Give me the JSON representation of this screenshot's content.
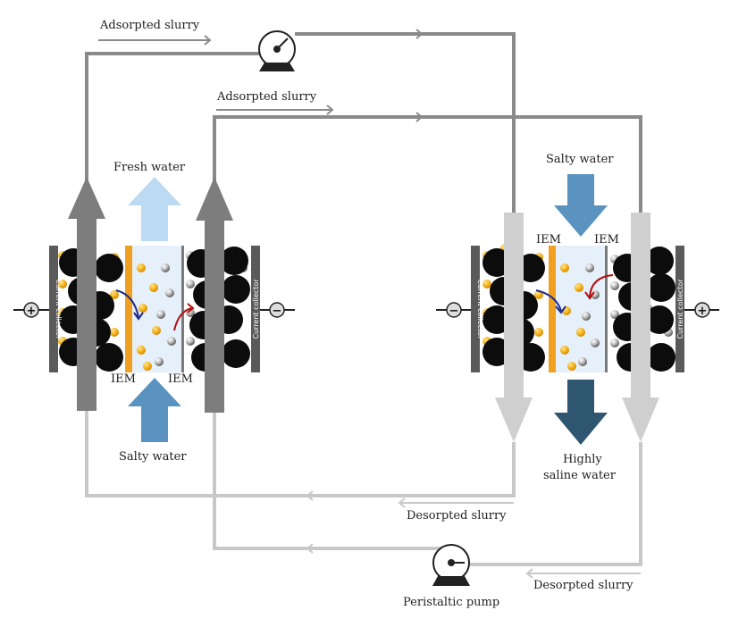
{
  "labels": {
    "adsorbed_top": "Adsorpted slurry",
    "adsorbed_mid": "Adsorpted slurry",
    "fresh_water": "Fresh water",
    "salty_water_left": "Salty water",
    "salty_water_right": "Salty water",
    "iem_left_1": "IEM",
    "iem_left_2": "IEM",
    "iem_right_1": "IEM",
    "iem_right_2": "IEM",
    "highly_saline_line1": "Highly",
    "highly_saline_line2": "saline water",
    "desorbed_mid": "Desorpted slurry",
    "desorbed_bottom": "Desorpted slurry",
    "pump_label": "Peristaltic pump",
    "current_collector": "Current collector",
    "plus": "+",
    "minus": "−"
  },
  "colors": {
    "pipe_dark": "#8a8a8a",
    "pipe_light": "#c8c8c8",
    "arrow_dark": "#7d7d7d",
    "arrow_light": "#cfcfcf",
    "fresh_arrow": "#bcdaf1",
    "salty_arrow": "#5b93c0",
    "saline_arrow": "#2f5670",
    "carbon": "#0c0c0c",
    "ion_yellow": "#f5b21c",
    "membrane_orange": "#f0a020",
    "channel": "#e6f0fa",
    "collector": "#5a5a5a",
    "arrow_blue": "#1d2a8c",
    "arrow_red": "#b01010"
  }
}
